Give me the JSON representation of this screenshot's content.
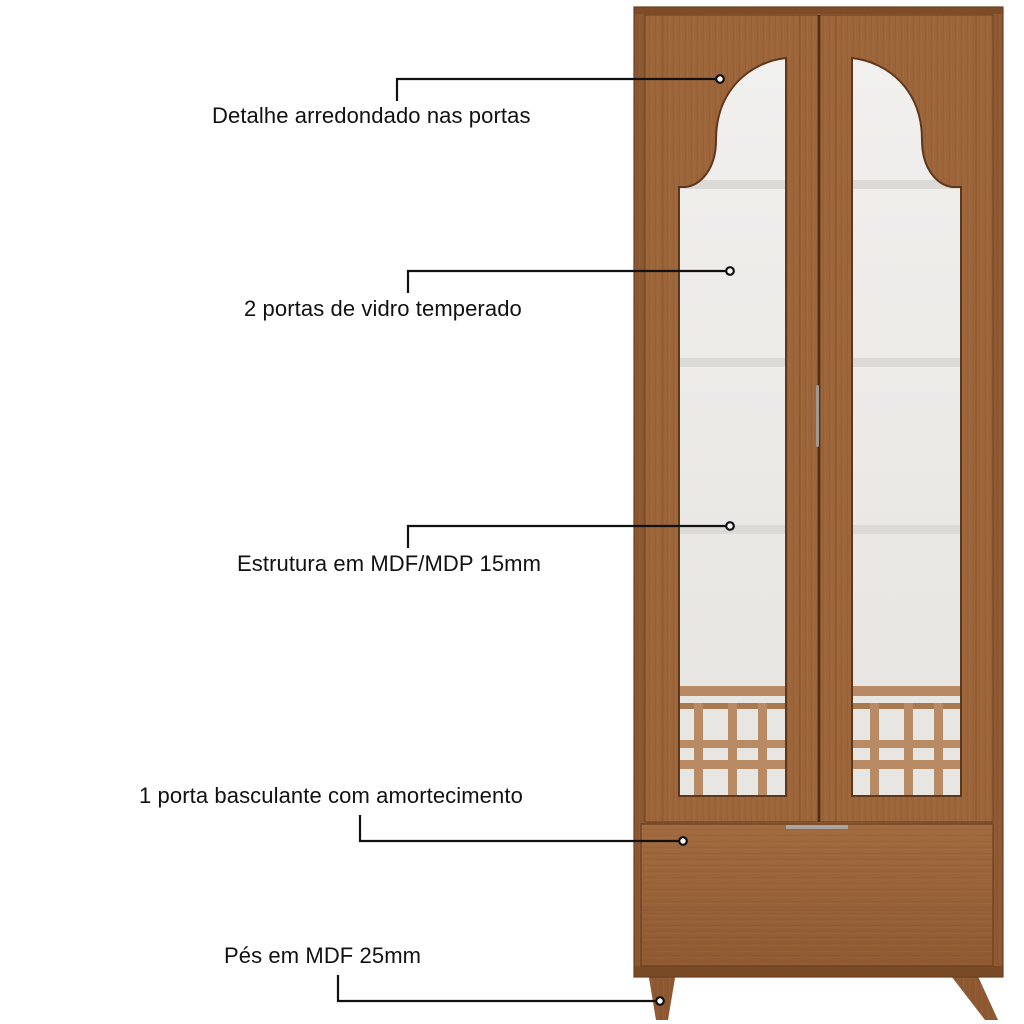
{
  "callouts": [
    {
      "id": "arched-doors",
      "text": "Detalhe arredondado nas portas"
    },
    {
      "id": "glass-doors",
      "text": "2 portas de vidro temperado"
    },
    {
      "id": "structure",
      "text": "Estrutura em MDF/MDP 15mm"
    },
    {
      "id": "tilt-door",
      "text": "1 porta basculante com amortecimento"
    },
    {
      "id": "feet",
      "text": "Pés em MDF 25mm"
    }
  ],
  "colors": {
    "wood": "#9a6238",
    "wood_dark": "#7a4a27",
    "wood_light": "#b37a4b",
    "interior": "#ecebe8",
    "line": "#111111"
  }
}
